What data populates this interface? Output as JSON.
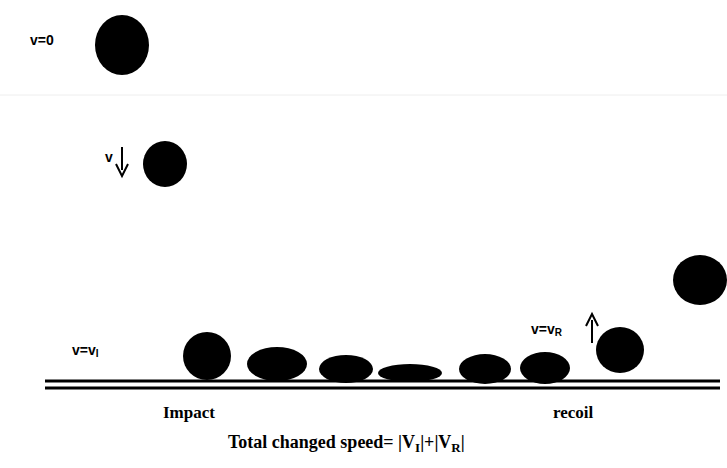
{
  "diagram": {
    "labels": [
      "v=0",
      "v",
      "v=v",
      "I",
      "v=v",
      "R",
      "Impact",
      "recoil",
      "Total changed speed= |V",
      "I",
      "|+|V",
      "R",
      "|"
    ]
  }
}
